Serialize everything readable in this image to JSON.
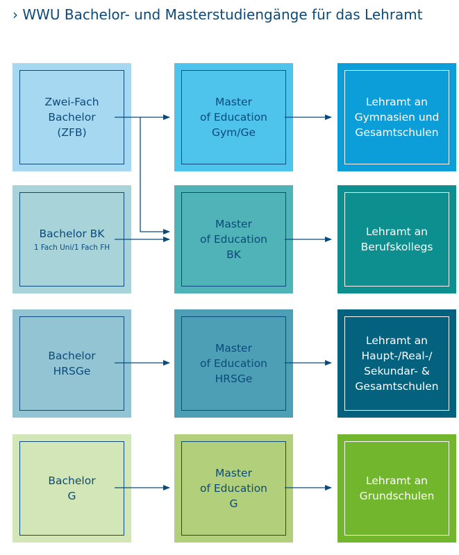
{
  "title": "› WWU Bachelor- und Masterstudiengänge für das Lehramt",
  "rows": [
    {
      "bachelor": {
        "lines": [
          "Zwei-Fach",
          "Bachelor",
          "(ZFB)"
        ],
        "color": "#a7d8f1"
      },
      "master": {
        "lines": [
          "Master",
          "of Education",
          "Gym/Ge"
        ],
        "color": "#4ec3ec"
      },
      "lehramt": {
        "lines": [
          "Lehramt an",
          "Gymnasien und",
          "Gesamtschulen"
        ],
        "color": "#0c9ed8"
      }
    },
    {
      "bachelor": {
        "lines": [
          "Bachelor BK"
        ],
        "sub": "1 Fach Uni/1 Fach FH",
        "color": "#a8d4d9"
      },
      "master": {
        "lines": [
          "Master",
          "of Education",
          "BK"
        ],
        "color": "#4fb3b7"
      },
      "lehramt": {
        "lines": [
          "Lehramt an",
          "Berufskollegs"
        ],
        "color": "#0e8f8f"
      }
    },
    {
      "bachelor": {
        "lines": [
          "Bachelor",
          "HRSGe"
        ],
        "color": "#93c4d3"
      },
      "master": {
        "lines": [
          "Master",
          "of Education",
          "HRSGe"
        ],
        "color": "#4d9fb5"
      },
      "lehramt": {
        "lines": [
          "Lehramt an",
          "Haupt-/Real-/",
          "Sekundar- &",
          "Gesamtschulen"
        ],
        "color": "#04627e"
      }
    },
    {
      "bachelor": {
        "lines": [
          "Bachelor",
          "G"
        ],
        "color": "#d3e6b7"
      },
      "master": {
        "lines": [
          "Master",
          "of Education",
          "G"
        ],
        "color": "#b2d07b"
      },
      "lehramt": {
        "lines": [
          "Lehramt an",
          "Grundschulen"
        ],
        "color": "#72b62d"
      }
    }
  ],
  "colors": {
    "line": "#0b4a7a",
    "title": "#0b4a7a"
  }
}
